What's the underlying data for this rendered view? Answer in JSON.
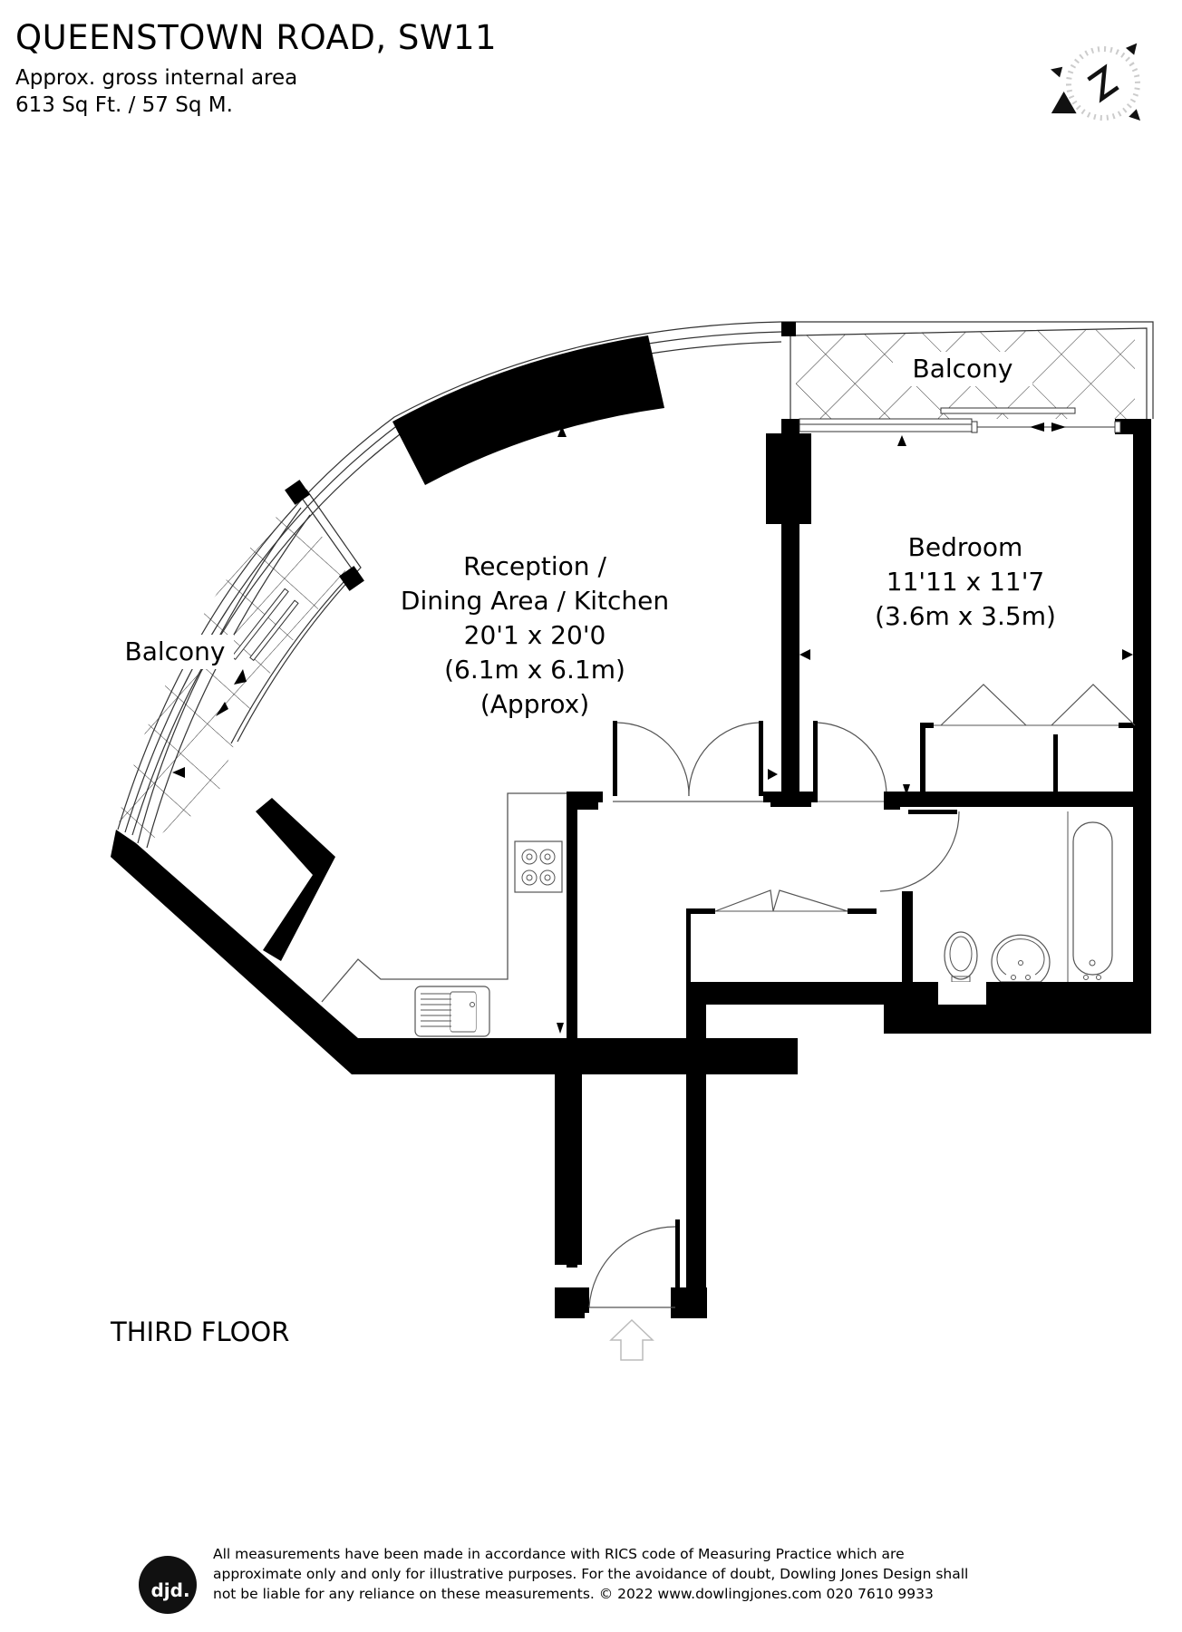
{
  "header": {
    "title": "QUEENSTOWN ROAD, SW11",
    "area_label": "Approx. gross internal area",
    "area_value": "613 Sq Ft. / 57 Sq M."
  },
  "compass": {
    "letter": "N"
  },
  "rooms": {
    "reception": {
      "name_line1": "Reception /",
      "name_line2": "Dining Area / Kitchen",
      "imperial": "20'1 x 20'0",
      "metric": "(6.1m x 6.1m)",
      "note": "(Approx)"
    },
    "bedroom": {
      "name": "Bedroom",
      "imperial": "11'11 x 11'7",
      "metric": "(3.6m x 3.5m)"
    },
    "balcony_top": {
      "name": "Balcony"
    },
    "balcony_left": {
      "name": "Balcony"
    }
  },
  "floor": {
    "label": "THIRD FLOOR"
  },
  "footer": {
    "logo_text": "djd.",
    "line1": "All measurements have been made in accordance with RICS code of Measuring Practice which are",
    "line2": "approximate only and only for illustrative purposes. For the avoidance of doubt, Dowling Jones Design shall",
    "line3": "not be liable for any reliance on these measurements. © 2022 www.dowlingjones.com 020 7610 9933"
  },
  "colors": {
    "wall": "#000000",
    "line": "#333333",
    "background": "#ffffff",
    "entrance_arrow": "#bbbbbb"
  }
}
